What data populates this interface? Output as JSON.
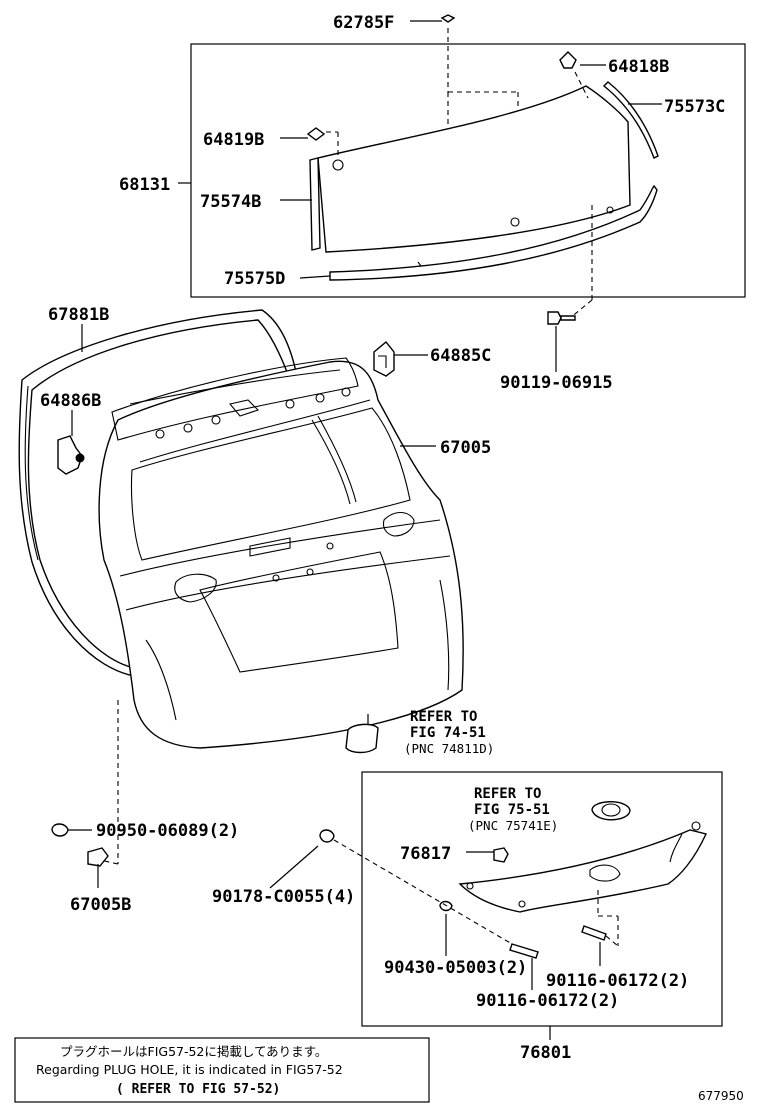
{
  "labels": {
    "p62785F": "62785F",
    "p64818B": "64818B",
    "p75573C": "75573C",
    "p64819B": "64819B",
    "p68131": "68131",
    "p75574B": "75574B",
    "p75575D": "75575D",
    "p67881B": "67881B",
    "p64885C": "64885C",
    "p90119": "90119-06915",
    "p64886B": "64886B",
    "p67005": "67005",
    "p90950": "90950-06089(2)",
    "p67005B": "67005B",
    "p90178": "90178-C0055(4)",
    "p76817": "76817",
    "p90430": "90430-05003(2)",
    "p90116a": "90116-06172(2)",
    "p90116b": "90116-06172(2)",
    "p76801": "76801"
  },
  "refs": {
    "ref1_line1": "REFER TO",
    "ref1_line2": "FIG 74-51",
    "ref1_line3": "(PNC 74811D)",
    "ref2_line1": "REFER TO",
    "ref2_line2": "FIG 75-51",
    "ref2_line3": "(PNC 75741E)"
  },
  "note": {
    "jp": "プラグホールはFIG57-52に掲載してあります。",
    "en": "Regarding PLUG HOLE, it is indicated in FIG57-52",
    "ref": "( REFER TO FIG 57-52)"
  },
  "figure_number": "677950"
}
